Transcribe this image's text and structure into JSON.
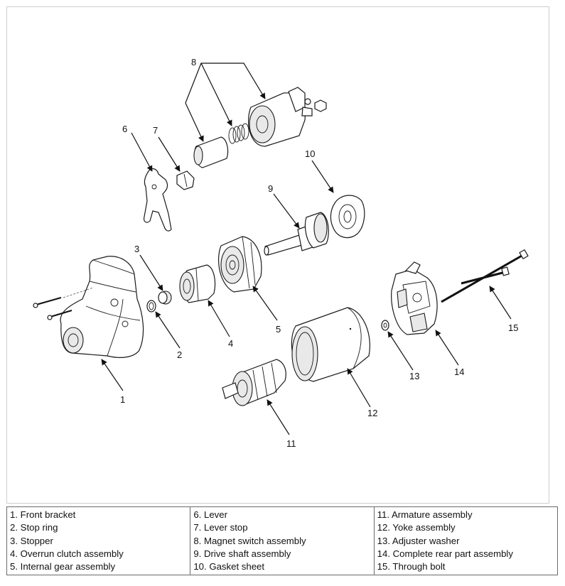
{
  "callouts": [
    "1",
    "2",
    "3",
    "4",
    "5",
    "6",
    "7",
    "8",
    "9",
    "10",
    "11",
    "12",
    "13",
    "14",
    "15"
  ],
  "legend": {
    "columns": [
      [
        "1. Front bracket",
        "2. Stop ring",
        "3. Stopper",
        "4. Overrun clutch assembly",
        "5. Internal gear assembly"
      ],
      [
        "6. Lever",
        "7. Lever stop",
        "8. Magnet switch assembly",
        "9. Drive shaft assembly",
        "10. Gasket sheet"
      ],
      [
        "11. Armature assembly",
        "12. Yoke assembly",
        "13. Adjuster washer",
        "14. Complete rear part assembly",
        "15. Through bolt"
      ]
    ]
  }
}
